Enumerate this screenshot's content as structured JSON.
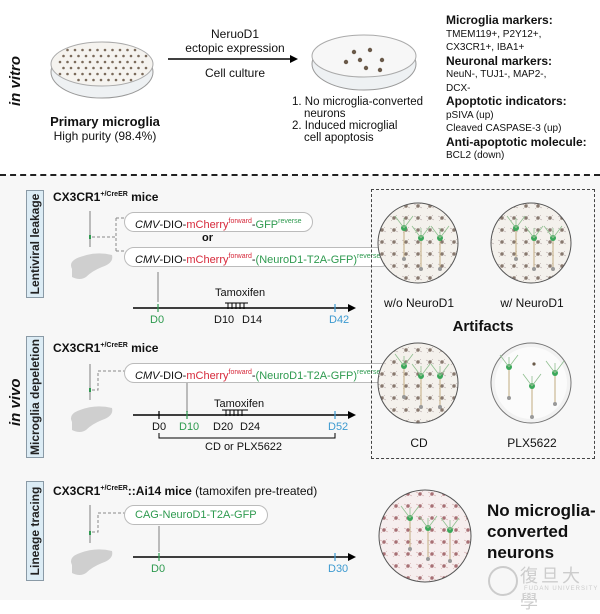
{
  "sections": {
    "in_vitro_label": "in vitro",
    "in_vivo_label": "in vivo"
  },
  "in_vitro": {
    "dish_left_title": "Primary microglia",
    "dish_left_subtitle": "High purity (98.4%)",
    "arrow_top_line1": "NeruoD1",
    "arrow_top_line2": "ectopic expression",
    "arrow_bottom": "Cell culture",
    "outcomes": [
      {
        "num": "1.",
        "line1": "No microglia-converted",
        "line2": "neurons"
      },
      {
        "num": "2.",
        "line1": "Induced microglial",
        "line2": "cell apoptosis"
      }
    ],
    "markers": [
      {
        "heading": "Microglia markers:",
        "lines": [
          "TMEM119+, P2Y12+,",
          "CX3CR1+, IBA1+"
        ]
      },
      {
        "heading": "Neuronal markers:",
        "lines": [
          "NeuN-, TUJ1-, MAP2-,",
          "DCX-"
        ]
      },
      {
        "heading": "Apoptotic indicators:",
        "lines": [
          "pSIVA (up)",
          "Cleaved CASPASE-3 (up)"
        ]
      },
      {
        "heading": "Anti-apoptotic molecule:",
        "lines": [
          "BCL2 (down)"
        ]
      }
    ]
  },
  "experiments": [
    {
      "side_label": "Lentiviral leakage",
      "mouse": "CX3CR1",
      "mouse_sup": "+/CreER",
      "mouse_suffix": " mice",
      "constructs": [
        {
          "prefix": "CMV",
          "dio": "-DIO-",
          "red": "mCherry",
          "red_sup": "forward",
          "sep": "-",
          "green": "GFP",
          "green_sup": "reverse"
        },
        {
          "prefix": "CMV",
          "dio": "-DIO-",
          "red": "mCherry",
          "red_sup": "forward",
          "sep": "-",
          "green": "(NeuroD1-T2A-GFP)",
          "green_sup": "reverse"
        }
      ],
      "or_label": "or",
      "timeline": {
        "tamoxifen_label": "Tamoxifen",
        "ticks": [
          {
            "label": "D0",
            "color": "green"
          },
          {
            "label": "D10",
            "color": "black"
          },
          {
            "label": "D14",
            "color": "black"
          },
          {
            "label": "D42",
            "color": "blue"
          }
        ]
      }
    },
    {
      "side_label": "Microglia depeletion",
      "mouse": "CX3CR1",
      "mouse_sup": "+/CreER",
      "mouse_suffix": " mice",
      "constructs": [
        {
          "prefix": "CMV",
          "dio": "-DIO-",
          "red": "mCherry",
          "red_sup": "forward",
          "sep": "-",
          "green": "(NeuroD1-T2A-GFP)",
          "green_sup": "reverse"
        }
      ],
      "timeline": {
        "tamoxifen_label": "Tamoxifen",
        "ticks": [
          {
            "label": "D0",
            "color": "black"
          },
          {
            "label": "D10",
            "color": "green"
          },
          {
            "label": "D20",
            "color": "black"
          },
          {
            "label": "D24",
            "color": "black"
          },
          {
            "label": "D52",
            "color": "blue"
          }
        ],
        "bracket_label": "CD or PLX5622"
      }
    },
    {
      "side_label": "Lineage tracing",
      "mouse": "CX3CR1",
      "mouse_sup": "+/CreER",
      "mouse_suffix": "::Ai14 mice",
      "mouse_note": " (tamoxifen pre-treated)",
      "constructs": [
        {
          "green_only": "CAG-NeuroD1-T2A-GFP"
        }
      ],
      "timeline": {
        "ticks": [
          {
            "label": "D0",
            "color": "green"
          },
          {
            "label": "D30",
            "color": "blue"
          }
        ]
      }
    }
  ],
  "artifacts": {
    "title": "Artifacts",
    "panels": [
      "w/o NeuroD1",
      "w/ NeuroD1",
      "CD",
      "PLX5622"
    ]
  },
  "lineage_result": {
    "line1": "No microglia-",
    "line2": "converted",
    "line3": "neurons"
  },
  "watermark": {
    "chinese": "復旦大學",
    "english": "FUDAN UNIVERSITY"
  },
  "colors": {
    "green": "#2e9a4f",
    "red": "#d6283a",
    "blue": "#3d9ad0",
    "sidebox": "#dcecf5"
  }
}
